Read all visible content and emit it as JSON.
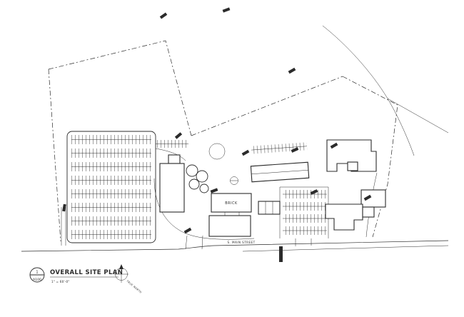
{
  "titleblock": {
    "detail_number": "1",
    "sheet_number": "A100",
    "title": "OVERALL SITE PLAN",
    "scale": "1\" = 60'-0\""
  },
  "north": {
    "label": "TRUE NORTH"
  },
  "labels": {
    "street": "S. MAIN STREET",
    "brick_building": "BRICK"
  },
  "colors": {
    "ink": "#2b2b2b",
    "paper": "#ffffff"
  }
}
